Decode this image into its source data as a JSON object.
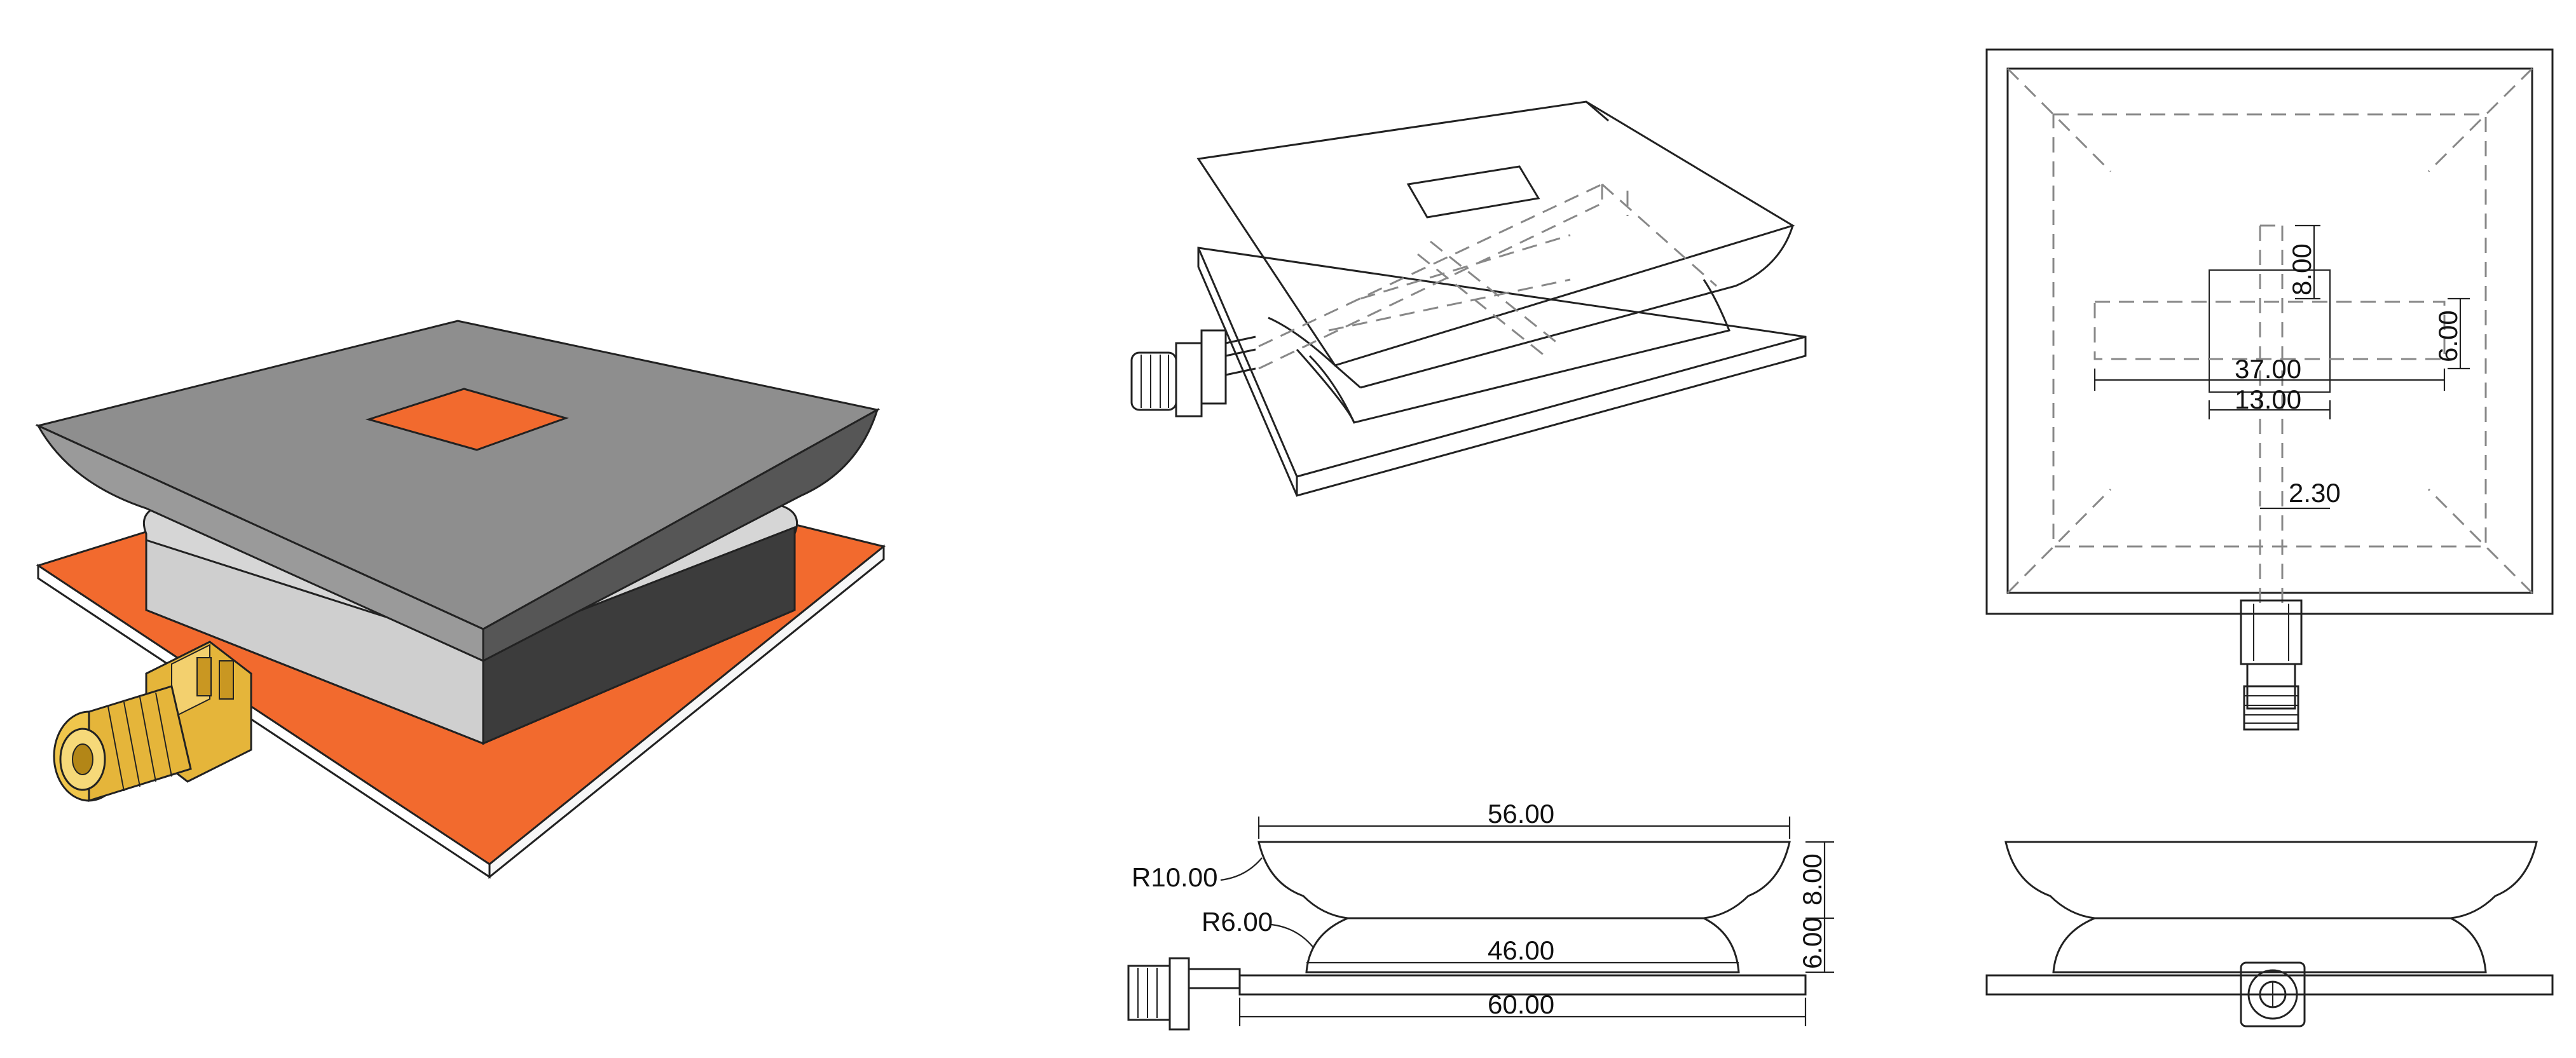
{
  "dimensions": {
    "top_feed_length": "8.00",
    "top_feed_offset": "6.00",
    "top_width_37": "37.00",
    "top_width_13": "13.00",
    "top_gap": "2.30",
    "front_top_width": "56.00",
    "front_radius_top": "R10.00",
    "front_radius_bottom": "R6.00",
    "front_height_top": "8.00",
    "front_height_bottom": "6.00",
    "front_mid_width": "46.00",
    "front_ground_width": "60.00"
  },
  "colors": {
    "copper": "#f26a2e",
    "metal_dark": "#8a8a8a",
    "metal_light": "#d4d4d4",
    "connector_gold": "#e5b53a",
    "outline": "#222222"
  }
}
